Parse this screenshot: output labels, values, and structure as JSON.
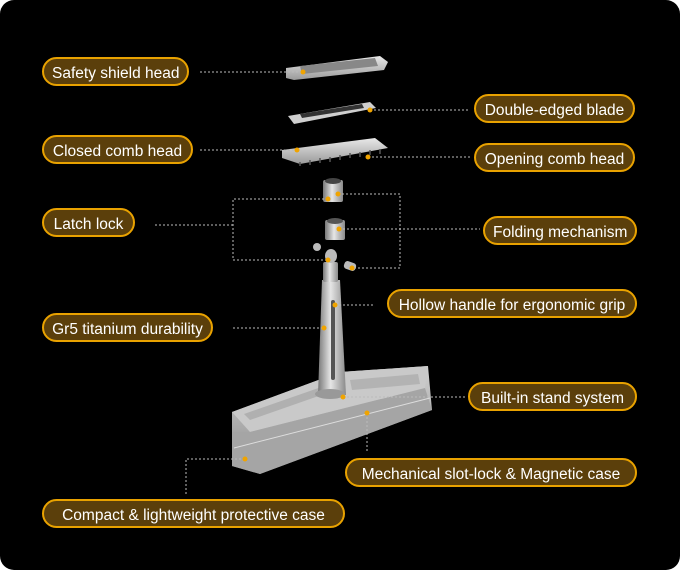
{
  "labels": {
    "safety_shield_head": "Safety shield head",
    "double_edged_blade": "Double-edged blade",
    "closed_comb_head": "Closed comb head",
    "opening_comb_head": "Opening comb head",
    "latch_lock": "Latch lock",
    "folding_mechanism": "Folding mechanism",
    "hollow_handle": "Hollow handle for ergonomic grip",
    "gr5_titanium": "Gr5 titanium durability",
    "built_in_stand": "Built-in stand system",
    "mechanical_slot_lock": "Mechanical slot-lock & Magnetic case",
    "compact_case": "Compact & lightweight protective case"
  },
  "colors": {
    "accent": "#e9a200",
    "label_fill": "#5b3f0b",
    "background": "#000000"
  }
}
